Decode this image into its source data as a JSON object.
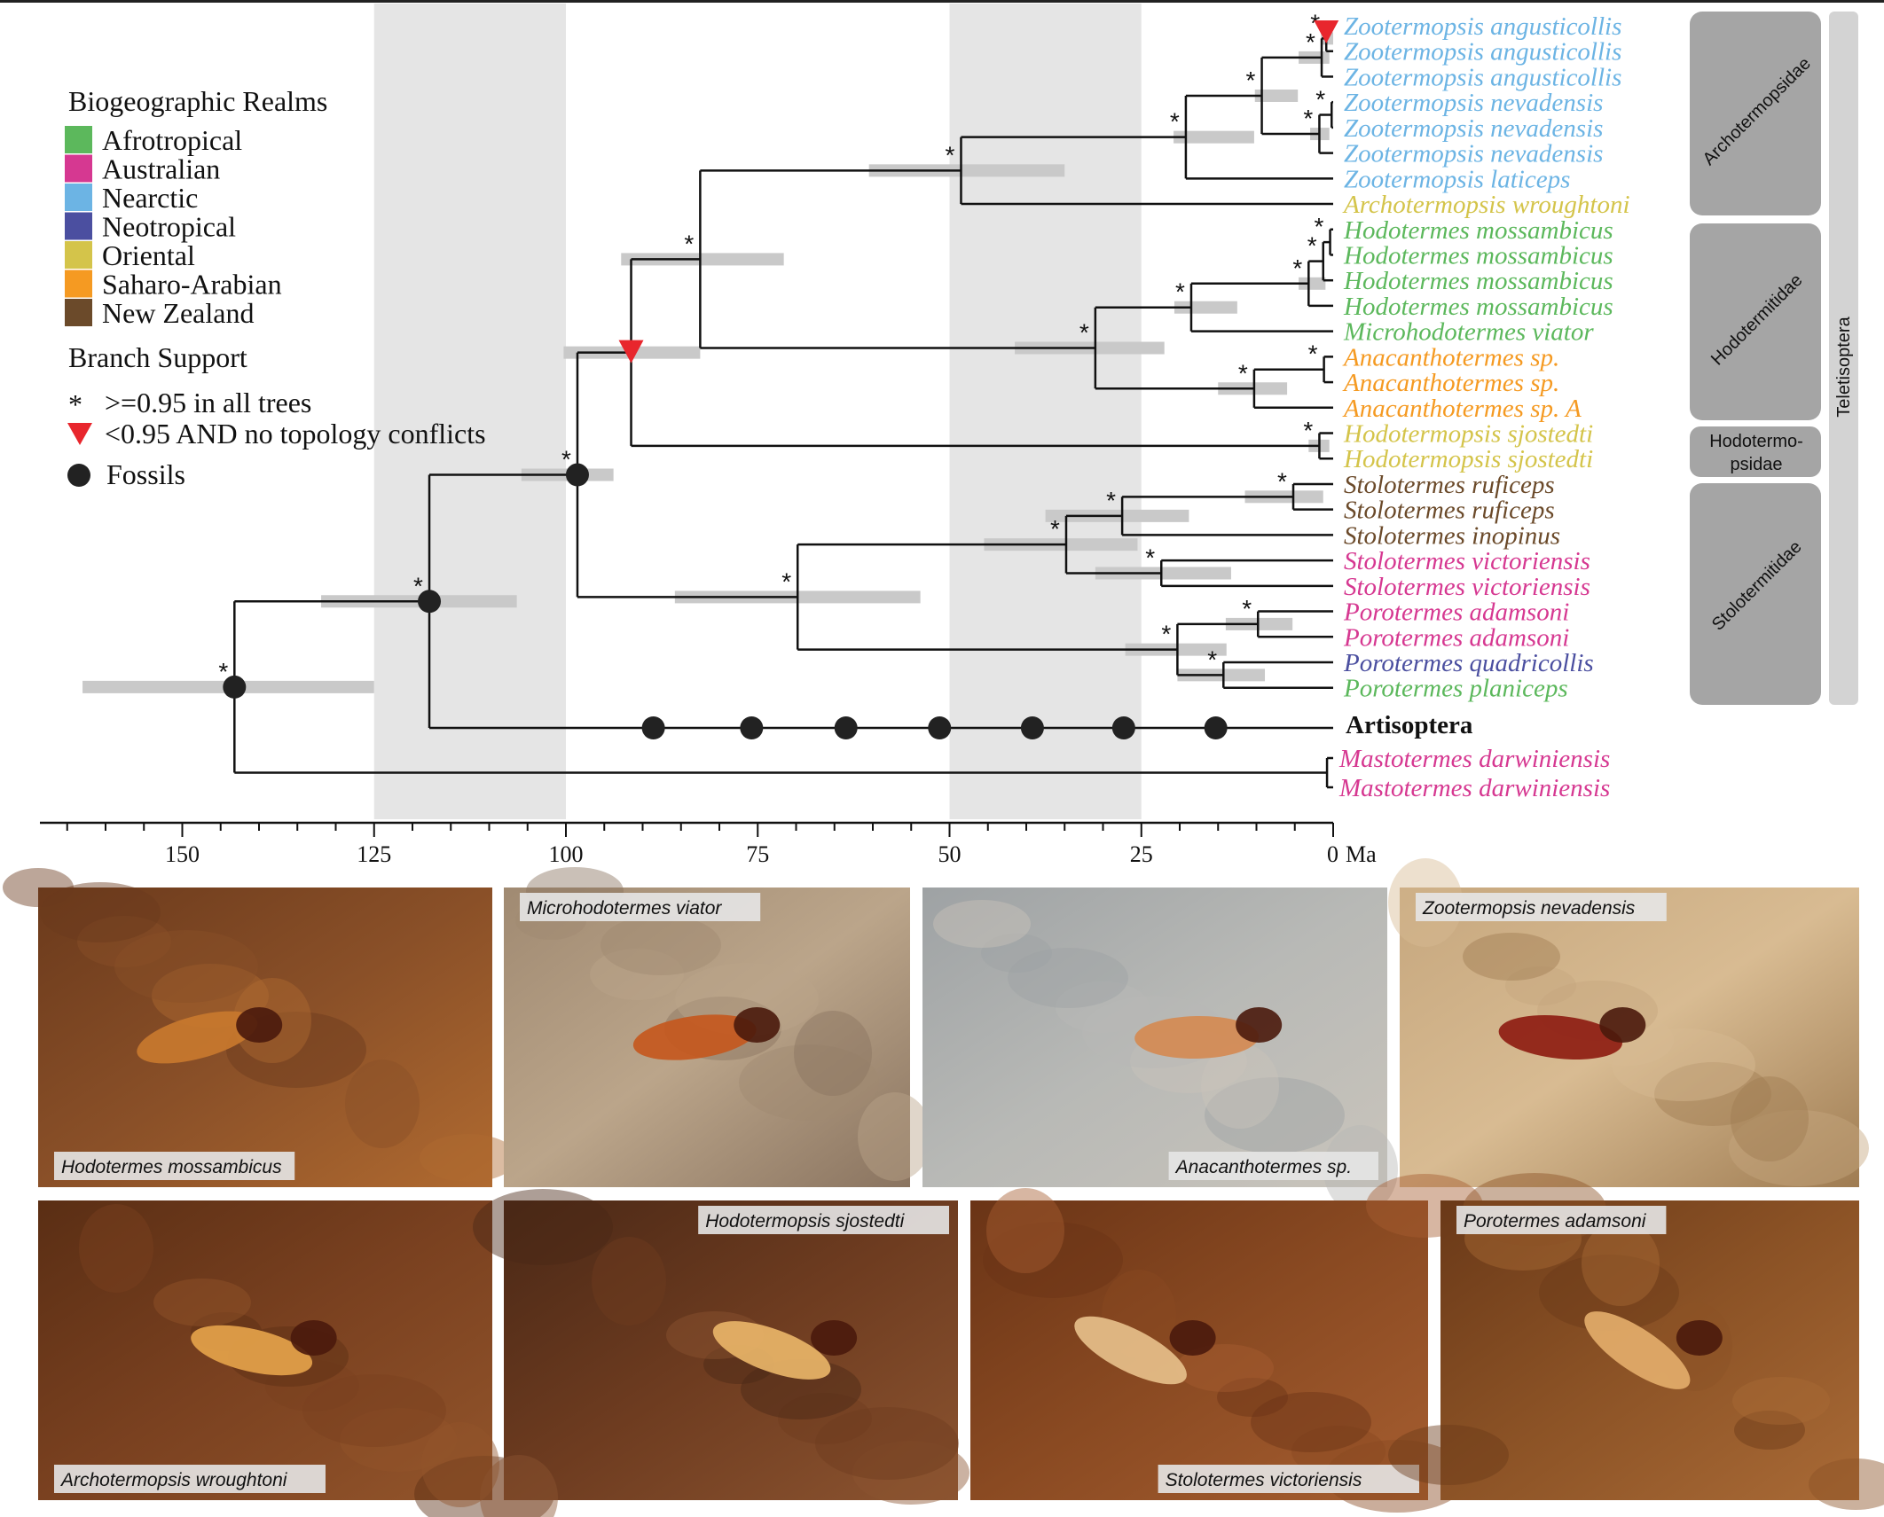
{
  "legend": {
    "realms_title": "Biogeographic Realms",
    "realms": [
      {
        "label": "Afrotropical",
        "color": "#5cb85c"
      },
      {
        "label": "Australian",
        "color": "#d63891"
      },
      {
        "label": "Nearctic",
        "color": "#6cb4e4"
      },
      {
        "label": "Neotropical",
        "color": "#4b4fa0"
      },
      {
        "label": "Oriental",
        "color": "#d4c44a"
      },
      {
        "label": "Saharo-Arabian",
        "color": "#f59a22"
      },
      {
        "label": "New Zealand",
        "color": "#6b4a2a"
      }
    ],
    "support_title": "Branch Support",
    "support_star": ">=0.95 in all trees",
    "support_triangle": "<0.95 AND no topology conflicts",
    "fossils": "Fossils"
  },
  "axis": {
    "ticks": [
      "150",
      "125",
      "100",
      "75",
      "50",
      "25",
      "0"
    ],
    "unit": "Ma"
  },
  "taxa": [
    {
      "name": "Zootermopsis angusticollis",
      "realm": "Nearctic"
    },
    {
      "name": "Zootermopsis angusticollis",
      "realm": "Nearctic"
    },
    {
      "name": "Zootermopsis angusticollis",
      "realm": "Nearctic"
    },
    {
      "name": "Zootermopsis nevadensis",
      "realm": "Nearctic"
    },
    {
      "name": "Zootermopsis nevadensis",
      "realm": "Nearctic"
    },
    {
      "name": "Zootermopsis nevadensis",
      "realm": "Nearctic"
    },
    {
      "name": "Zootermopsis laticeps",
      "realm": "Nearctic"
    },
    {
      "name": "Archotermopsis wroughtoni",
      "realm": "Oriental"
    },
    {
      "name": "Hodotermes mossambicus",
      "realm": "Afrotropical"
    },
    {
      "name": "Hodotermes mossambicus",
      "realm": "Afrotropical"
    },
    {
      "name": "Hodotermes mossambicus",
      "realm": "Afrotropical"
    },
    {
      "name": "Hodotermes mossambicus",
      "realm": "Afrotropical"
    },
    {
      "name": "Microhodotermes viator",
      "realm": "Afrotropical"
    },
    {
      "name": "Anacanthotermes sp.",
      "realm": "Saharo-Arabian"
    },
    {
      "name": "Anacanthotermes sp.",
      "realm": "Saharo-Arabian"
    },
    {
      "name": "Anacanthotermes sp. A",
      "realm": "Saharo-Arabian"
    },
    {
      "name": "Hodotermopsis sjostedti",
      "realm": "Oriental"
    },
    {
      "name": "Hodotermopsis sjostedti",
      "realm": "Oriental"
    },
    {
      "name": "Stolotermes ruficeps",
      "realm": "New Zealand"
    },
    {
      "name": "Stolotermes ruficeps",
      "realm": "New Zealand"
    },
    {
      "name": "Stolotermes inopinus",
      "realm": "New Zealand"
    },
    {
      "name": "Stolotermes victoriensis",
      "realm": "Australian"
    },
    {
      "name": "Stolotermes victoriensis",
      "realm": "Australian"
    },
    {
      "name": "Porotermes adamsoni",
      "realm": "Australian"
    },
    {
      "name": "Porotermes adamsoni",
      "realm": "Australian"
    },
    {
      "name": "Porotermes quadricollis",
      "realm": "Neotropical"
    },
    {
      "name": "Porotermes planiceps",
      "realm": "Afrotropical"
    }
  ],
  "artisoptera": "Artisoptera",
  "outgroup": [
    {
      "name": "Mastotermes darwiniensis",
      "realm": "Australian"
    },
    {
      "name": "Mastotermes darwiniensis",
      "realm": "Australian"
    }
  ],
  "clades": {
    "archotermopsidae": "Archotermopsidae",
    "hodotermitidae": "Hodotermitidae",
    "hodotermopsidae_1": "Hodotermo-",
    "hodotermopsidae_2": "psidae",
    "stolotermitidae": "Stolotermitidae",
    "teletisoptera": "Teletisoptera"
  },
  "photos": [
    {
      "label": "Hodotermes mossambicus",
      "palette": [
        "#6b3a1c",
        "#8a5028",
        "#b06a30"
      ],
      "accent": "#c8782e"
    },
    {
      "label": "Microhodotermes viator",
      "palette": [
        "#a08a72",
        "#bba58a",
        "#8a7460"
      ],
      "accent": "#c4581e"
    },
    {
      "label": "Anacanthotermes sp.",
      "palette": [
        "#9ea2a4",
        "#b8b9b6",
        "#c9c4bb"
      ],
      "accent": "#d48a52"
    },
    {
      "label": "Zootermopsis nevadensis",
      "palette": [
        "#c6a77e",
        "#d8bb92",
        "#9f7c52"
      ],
      "accent": "#8e1d12"
    },
    {
      "label": "Archotermopsis wroughtoni",
      "palette": [
        "#5a2e14",
        "#7a4120",
        "#93552b"
      ],
      "accent": "#e4a24a"
    },
    {
      "label": "Hodotermopsis sjostedti",
      "palette": [
        "#4a2816",
        "#6e3c20",
        "#8c5430"
      ],
      "accent": "#e8b468"
    },
    {
      "label": "Stolotermes victoriensis",
      "palette": [
        "#6a3416",
        "#8a4a22",
        "#a65e30"
      ],
      "accent": "#e6bf8a"
    },
    {
      "label": "Porotermes adamsoni",
      "palette": [
        "#6a3918",
        "#8c5326",
        "#a96a36"
      ],
      "accent": "#e3ac6a"
    }
  ]
}
